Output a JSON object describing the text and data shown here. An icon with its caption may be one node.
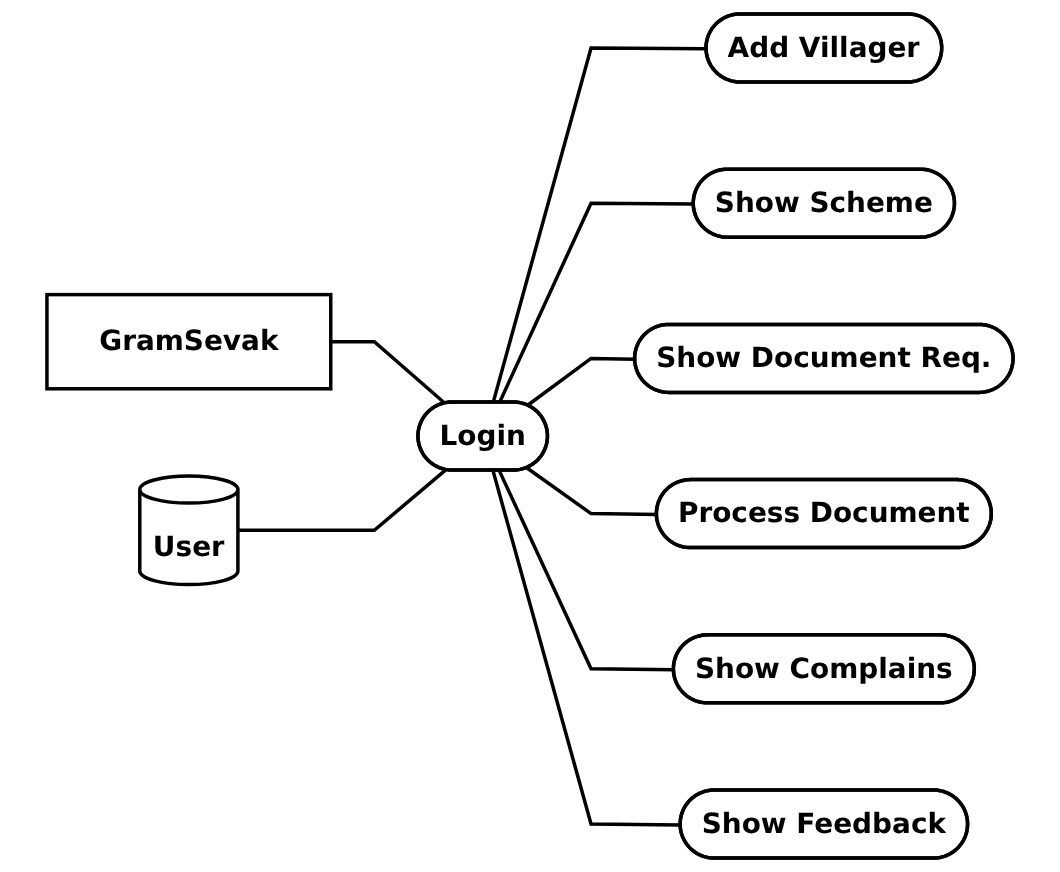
{
  "diagram": {
    "nodes": [
      {
        "text": [
          "GramSevak"
        ]
      },
      {
        "text": [
          "User"
        ]
      },
      {
        "text": [
          "Login"
        ]
      },
      {
        "text": [
          "Add Villager"
        ]
      },
      {
        "text": [
          "Show Scheme"
        ]
      },
      {
        "text": [
          "Show Document Req."
        ]
      },
      {
        "text": [
          "Process Document"
        ]
      },
      {
        "text": [
          "Show Complains"
        ]
      },
      {
        "text": [
          "Show Feedback"
        ]
      }
    ],
    "edges": [
      {
        "from": 0,
        "to": 2,
        "arrow": "none"
      },
      {
        "from": 1,
        "to": 2,
        "arrow": "none"
      },
      {
        "from": 2,
        "to": 3,
        "arrow": "none"
      },
      {
        "from": 2,
        "to": 4,
        "arrow": "none"
      },
      {
        "from": 2,
        "to": 5,
        "arrow": "none"
      },
      {
        "from": 2,
        "to": 6,
        "arrow": "none"
      },
      {
        "from": 2,
        "to": 7,
        "arrow": "none"
      },
      {
        "from": 2,
        "to": 8,
        "arrow": "none"
      }
    ]
  }
}
